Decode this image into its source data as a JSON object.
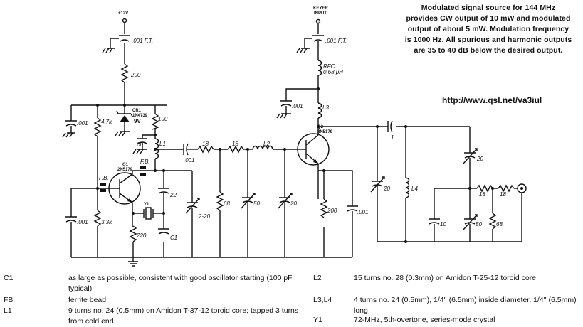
{
  "description": "Modulated signal source for 144 MHz provides CW output of 10 mW and modulated output of about 5 mW. Modulation frequency is 1000 Hz. All spurious and harmonic outputs are 35 to 40 dB below the desired output.",
  "url": "http://www.qsl.net/va3iul",
  "labels": {
    "v12": "+12V",
    "c_ft1": ".001 F.T.",
    "r200a": "200",
    "cr1": "CR1",
    "cr1_part": "1N4739",
    "cr1_v": "9V",
    "r100": "100",
    "r47k": "4.7k",
    "c001a": ".001",
    "c001b": ".001",
    "l1": "L1",
    "c001c": ".001",
    "r18a": "18",
    "r18b": "18",
    "l2": "L2",
    "q1": "Q1",
    "q1_part": "2N5179",
    "fb1": "F.B.",
    "fb2": "F.B.",
    "c22": "22",
    "c2_20": "2-20",
    "y1": "Y1",
    "c1": "C1",
    "r220": "220",
    "r33k": "3.3k",
    "c001d": ".001",
    "r68a": "68",
    "c50a": "50",
    "c20a": "20",
    "keyer": "KEYER",
    "input": "INPUT",
    "c_ft2": ".001 F.T.",
    "rfc": "RFC",
    "rfc_val": "0.68 μH",
    "c001e": ".001",
    "l3": "L3",
    "q2": "Q2",
    "q2_part": "2N5179",
    "r200b": "200",
    "c001f": ".001",
    "c1pf": "1",
    "c20b": "20",
    "l4": "L4",
    "c20c": "20",
    "r18c": "18",
    "r18d": "18",
    "c10": "10",
    "c50b": "50",
    "r68b": "68"
  },
  "legend_left": [
    {
      "term": "C1",
      "text": "as large as possible, consistent with good oscillator starting (100 pF typical)"
    },
    {
      "term": "FB",
      "text": "ferrite bead"
    },
    {
      "term": "L1",
      "text": "9 turns no. 24 (0.5mm) on Amidon T-37-12 toroid core; tapped 3 turns from cold end"
    }
  ],
  "legend_right": [
    {
      "term": "L2",
      "text": "15 turns no. 28 (0.3mm) on Amidon T-25-12 toroid core"
    },
    {
      "term": "L3,L4",
      "text": "4 turns no. 24 (0.5mm), 1/4'' (6.5mm) inside diameter, 1/4'' (6.5mm) long"
    },
    {
      "term": "Y1",
      "text": "72-MHz, 5th-overtone, series-mode crystal"
    }
  ]
}
